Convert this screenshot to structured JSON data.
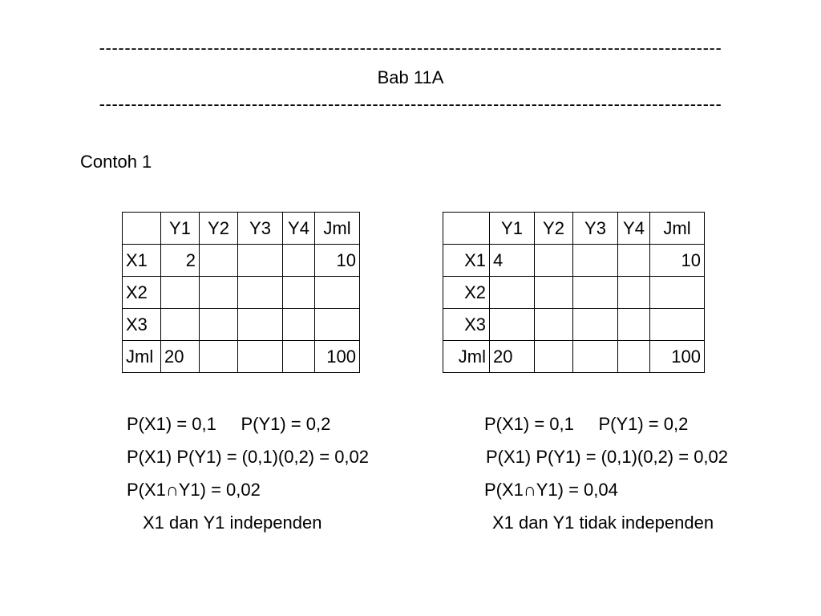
{
  "header": {
    "dashes": "--------------------------------------------------------------------------------------------------",
    "title": "Bab 11A"
  },
  "example_label": "Contoh 1",
  "tables": [
    {
      "columns": [
        "",
        "Y1",
        "Y2",
        "Y3",
        "Y4",
        "Jml"
      ],
      "rows": [
        [
          "X1",
          "2",
          "",
          "",
          "",
          "10"
        ],
        [
          "X2",
          "",
          "",
          "",
          "",
          ""
        ],
        [
          "X3",
          "",
          "",
          "",
          "",
          ""
        ],
        [
          "Jml",
          "20",
          "",
          "",
          "",
          "100"
        ]
      ]
    },
    {
      "columns": [
        "",
        "Y1",
        "Y2",
        "Y3",
        "Y4",
        "Jml"
      ],
      "rows": [
        [
          "X1",
          "4",
          "",
          "",
          "",
          "10"
        ],
        [
          "X2",
          "",
          "",
          "",
          "",
          ""
        ],
        [
          "X3",
          "",
          "",
          "",
          "",
          ""
        ],
        [
          "Jml",
          "20",
          "",
          "",
          "",
          "100"
        ]
      ]
    }
  ],
  "left_calc": {
    "line1": "P(X1) = 0,1     P(Y1) = 0,2",
    "line2": "P(X1) P(Y1) = (0,1)(0,2) = 0,02",
    "line3": "P(X1∩Y1) = 0,02",
    "line4": "X1 dan Y1 independen"
  },
  "right_calc": {
    "line1": "P(X1) = 0,1     P(Y1) = 0,2",
    "line2": "P(X1) P(Y1) = (0,1)(0,2) = 0,02",
    "line3": "P(X1∩Y1) = 0,04",
    "line4": "X1 dan Y1 tidak independen"
  }
}
